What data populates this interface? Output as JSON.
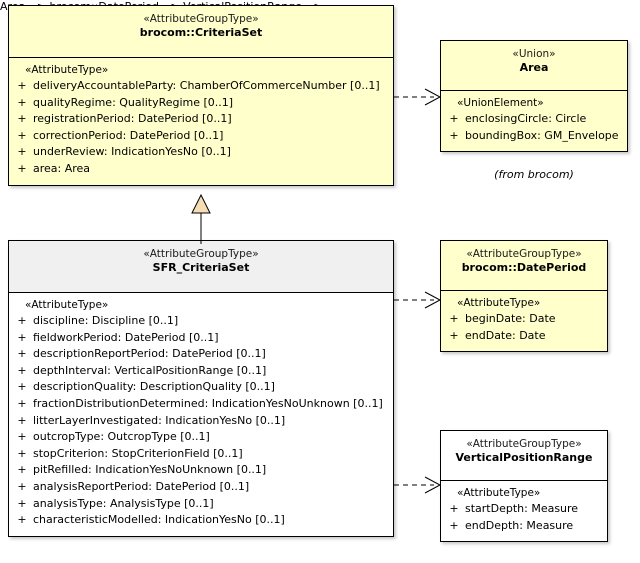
{
  "diagram": {
    "type": "uml-class-diagram",
    "title": "",
    "notes": [
      {
        "id": "from-brocom",
        "text": "(from brocom)"
      }
    ],
    "colors": {
      "class_fill_yellow": "#ffffcc",
      "class_fill_white": "#ffffff",
      "header_grey": "#f0f0f0",
      "border": "#000000",
      "generalization_arrow_fill": "#f5deb3"
    }
  },
  "classes": [
    {
      "id": "criteriaset",
      "stereotype": "«AttributeGroupType»",
      "name": "brocom::CriteriaSet",
      "section_stereotype": "«AttributeType»",
      "attributes": [
        {
          "visibility": "+",
          "text": "deliveryAccountableParty: ChamberOfCommerceNumber [0..1]"
        },
        {
          "visibility": "+",
          "text": "qualityRegime: QualityRegime [0..1]"
        },
        {
          "visibility": "+",
          "text": "registrationPeriod: DatePeriod [0..1]"
        },
        {
          "visibility": "+",
          "text": "correctionPeriod: DatePeriod [0..1]"
        },
        {
          "visibility": "+",
          "text": "underReview: IndicationYesNo [0..1]"
        },
        {
          "visibility": "+",
          "text": "area: Area"
        }
      ]
    },
    {
      "id": "area",
      "stereotype": "«Union»",
      "name": "Area",
      "section_stereotype": "«UnionElement»",
      "attributes": [
        {
          "visibility": "+",
          "text": "enclosingCircle: Circle"
        },
        {
          "visibility": "+",
          "text": "boundingBox: GM_Envelope"
        }
      ]
    },
    {
      "id": "sfr_criteriaset",
      "stereotype": "«AttributeGroupType»",
      "name": "SFR_CriteriaSet",
      "section_stereotype": "«AttributeType»",
      "attributes": [
        {
          "visibility": "+",
          "text": "discipline: Discipline [0..1]"
        },
        {
          "visibility": "+",
          "text": "fieldworkPeriod: DatePeriod [0..1]"
        },
        {
          "visibility": "+",
          "text": "descriptionReportPeriod: DatePeriod [0..1]"
        },
        {
          "visibility": "+",
          "text": "depthInterval: VerticalPositionRange [0..1]"
        },
        {
          "visibility": "+",
          "text": "descriptionQuality: DescriptionQuality [0..1]"
        },
        {
          "visibility": "+",
          "text": "fractionDistributionDetermined: IndicationYesNoUnknown [0..1]"
        },
        {
          "visibility": "+",
          "text": "litterLayerInvestigated: IndicationYesNo [0..1]"
        },
        {
          "visibility": "+",
          "text": "outcropType: OutcropType [0..1]"
        },
        {
          "visibility": "+",
          "text": "stopCriterion: StopCriterionField [0..1]"
        },
        {
          "visibility": "+",
          "text": "pitRefilled: IndicationYesNoUnknown [0..1]"
        },
        {
          "visibility": "+",
          "text": "analysisReportPeriod: DatePeriod [0..1]"
        },
        {
          "visibility": "+",
          "text": "analysisType: AnalysisType [0..1]"
        },
        {
          "visibility": "+",
          "text": "characteristicModelled: IndicationYesNo [0..1]"
        }
      ]
    },
    {
      "id": "dateperiod",
      "stereotype": "«AttributeGroupType»",
      "name": "brocom::DatePeriod",
      "section_stereotype": "«AttributeType»",
      "attributes": [
        {
          "visibility": "+",
          "text": "beginDate: Date"
        },
        {
          "visibility": "+",
          "text": "endDate: Date"
        }
      ]
    },
    {
      "id": "vpositionrange",
      "stereotype": "«AttributeGroupType»",
      "name": "VerticalPositionRange",
      "section_stereotype": "«AttributeType»",
      "attributes": [
        {
          "visibility": "+",
          "text": "startDepth: Measure"
        },
        {
          "visibility": "+",
          "text": "endDepth: Measure"
        }
      ]
    }
  ],
  "connectors": [
    {
      "id": "gen-sfr-criteriaset",
      "kind": "generalization",
      "from": "sfr_criteriaset",
      "to": "criteriaset",
      "label": ""
    },
    {
      "id": "dep-criteriaset-area",
      "kind": "dependency",
      "from": "criteriaset",
      "to": "area",
      "label": ""
    },
    {
      "id": "dep-sfr-dateperiod",
      "kind": "dependency",
      "from": "sfr_criteriaset",
      "to": "dateperiod",
      "label": ""
    },
    {
      "id": "dep-sfr-vpositionrange",
      "kind": "dependency",
      "from": "sfr_criteriaset",
      "to": "vpositionrange",
      "label": ""
    }
  ]
}
